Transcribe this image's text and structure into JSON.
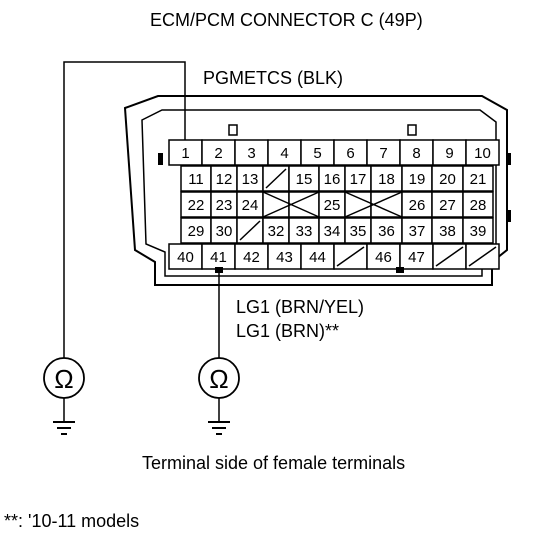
{
  "diagram": {
    "title": "ECM/PCM CONNECTOR C (49P)",
    "pgmetcs_label": "PGMETCS (BLK)",
    "lg1_label_1": "LG1 (BRN/YEL)",
    "lg1_label_2": "LG1 (BRN)**",
    "footer_caption": "Terminal side of female terminals",
    "footnote": "**: '10-11 models",
    "ohm_symbol": "Ω",
    "rows": [
      [
        "1",
        "2",
        "3",
        "4",
        "5",
        "6",
        "7",
        "8",
        "9",
        "10"
      ],
      [
        "11",
        "12",
        "13",
        "",
        "15",
        "16",
        "17",
        "18",
        "19",
        "20",
        "21"
      ],
      [
        "22",
        "23",
        "24",
        "",
        "",
        "25",
        "",
        "",
        "26",
        "27",
        "28"
      ],
      [
        "29",
        "30",
        "",
        "32",
        "33",
        "34",
        "35",
        "36",
        "37",
        "38",
        "39"
      ],
      [
        "40",
        "41",
        "42",
        "43",
        "44",
        "",
        "46",
        "47",
        "",
        ""
      ]
    ]
  }
}
